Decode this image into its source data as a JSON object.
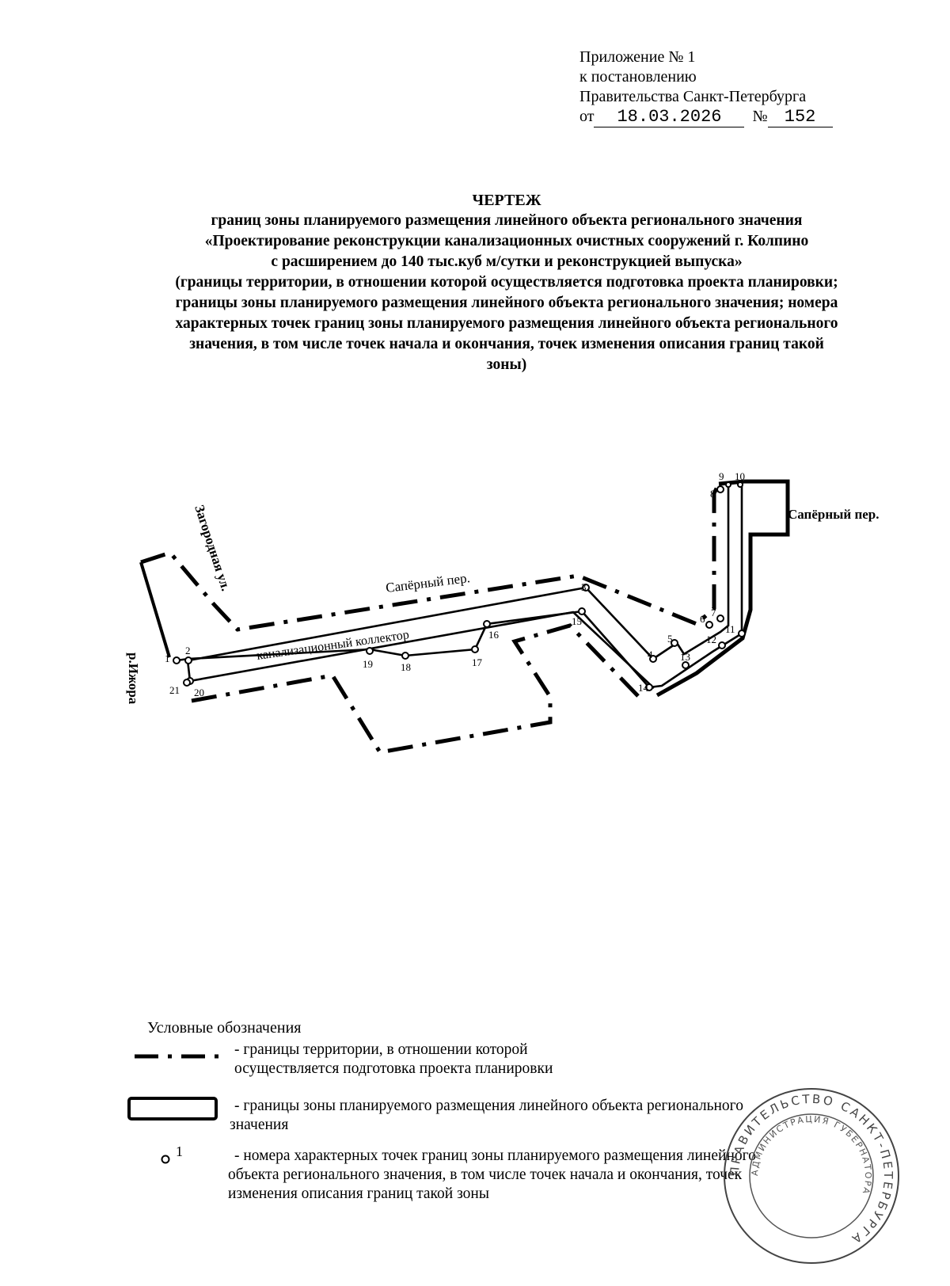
{
  "header": {
    "line1": "Приложение № 1",
    "line2": "к постановлению",
    "line3": "Правительства Санкт-Петербурга",
    "date_prefix": "от",
    "date": "18.03.2026",
    "number_prefix": "№",
    "number": "152"
  },
  "title": {
    "heading": "ЧЕРТЕЖ",
    "lines": [
      "границ зоны планируемого размещения линейного объекта регионального значения",
      "«Проектирование реконструкции канализационных очистных сооружений г. Колпино",
      "с расширением до 140 тыс.куб м/сутки и реконструкцией выпуска»",
      "(границы территории, в отношении которой осуществляется подготовка проекта планировки;",
      "границы зоны планируемого размещения линейного объекта регионального значения; номера",
      "характерных точек границ зоны планируемого размещения линейного объекта регионального",
      "значения, в том числе точек начала и окончания, точек изменения описания границ такой",
      "зоны)"
    ]
  },
  "map": {
    "labels": {
      "zagorodnaya": "Загородная ул.",
      "saperny_top": "Сапёрный пер.",
      "saperny_mid": "Сапёрный пер.",
      "collector": "канализационный коллектор",
      "izhora": "р.Ижора"
    },
    "points": [
      {
        "n": "1"
      },
      {
        "n": "2"
      },
      {
        "n": "3"
      },
      {
        "n": "4"
      },
      {
        "n": "5"
      },
      {
        "n": "6"
      },
      {
        "n": "7"
      },
      {
        "n": "8"
      },
      {
        "n": "9"
      },
      {
        "n": "10"
      },
      {
        "n": "11"
      },
      {
        "n": "12"
      },
      {
        "n": "13"
      },
      {
        "n": "14"
      },
      {
        "n": "15"
      },
      {
        "n": "16"
      },
      {
        "n": "17"
      },
      {
        "n": "18"
      },
      {
        "n": "19"
      },
      {
        "n": "20"
      },
      {
        "n": "21"
      }
    ]
  },
  "legend": {
    "title": "Условные обозначения",
    "items": [
      {
        "text1": "- границы территории, в отношении которой",
        "text2": "осуществляется подготовка проекта планировки"
      },
      {
        "text1": "- границы зоны планируемого размещения линейного объекта регионального",
        "text2": "значения"
      },
      {
        "symbol_number": "1",
        "text1": "- номера характерных точек границ зоны планируемого размещения линейного",
        "text2": "объекта регионального значения, в том числе точек начала и окончания, точек",
        "text3": "изменения описания границ такой зоны"
      }
    ]
  },
  "stamp": {
    "outer_text": "ПРАВИТЕЛЬСТВО САНКТ-ПЕТЕРБУРГА",
    "inner_text": "АДМИНИСТРАЦИЯ ГУБЕРНАТОРА"
  }
}
